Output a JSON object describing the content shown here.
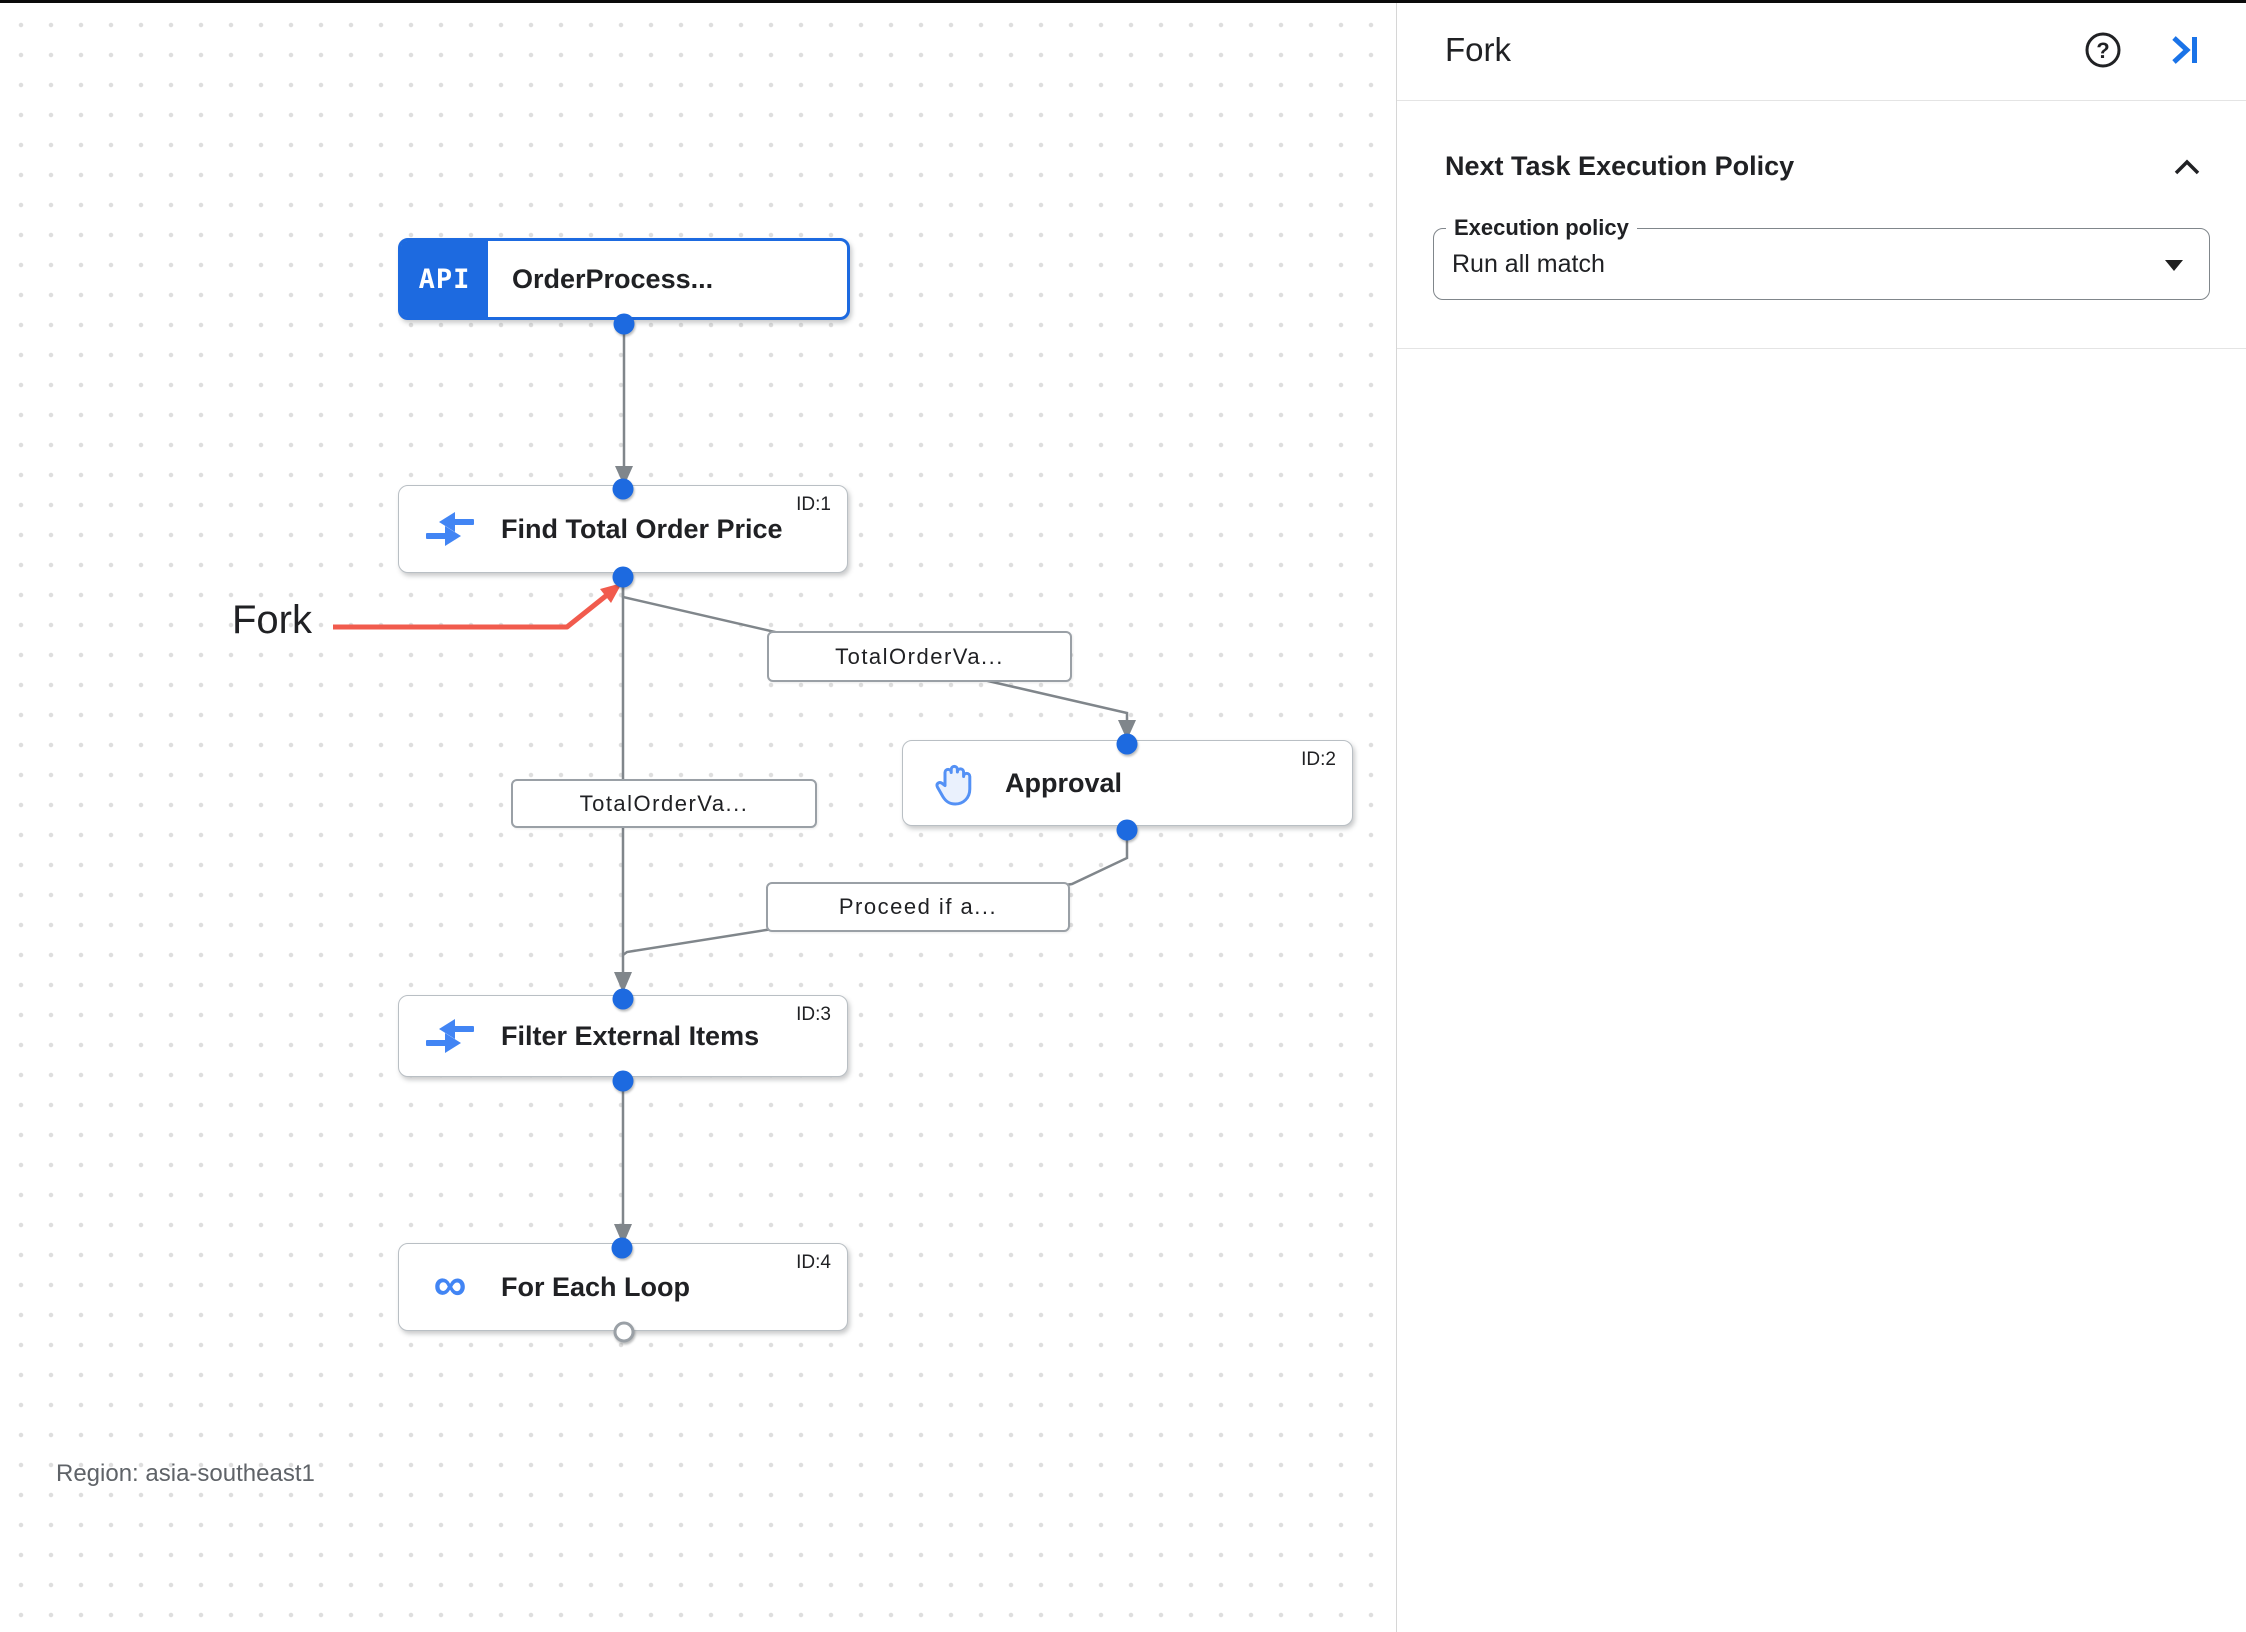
{
  "canvas": {
    "nodes": [
      {
        "title": "OrderProcess...",
        "badge": "API",
        "id_tag": ""
      },
      {
        "title": "Find Total Order Price",
        "id_tag": "ID:1"
      },
      {
        "title": "Approval",
        "id_tag": "ID:2"
      },
      {
        "title": "Filter External Items",
        "id_tag": "ID:3"
      },
      {
        "title": "For Each Loop",
        "id_tag": "ID:4"
      }
    ],
    "edge_labels": [
      "TotalOrderVa...",
      "TotalOrderVa...",
      "Proceed if a..."
    ],
    "annotation": {
      "label": "Fork"
    },
    "region_label": "Region: asia-southeast1",
    "icons": {
      "infinity_glyph": "∞"
    }
  },
  "panel": {
    "title": "Fork",
    "help_glyph": "?",
    "section": {
      "heading": "Next Task Execution Policy",
      "field_label": "Execution policy",
      "field_value": "Run all match"
    }
  },
  "colors": {
    "accent_blue": "#1d6ae0",
    "icon_blue": "#4285f4",
    "edge_gray": "#80868b",
    "annotation_red": "#f15b4d"
  }
}
